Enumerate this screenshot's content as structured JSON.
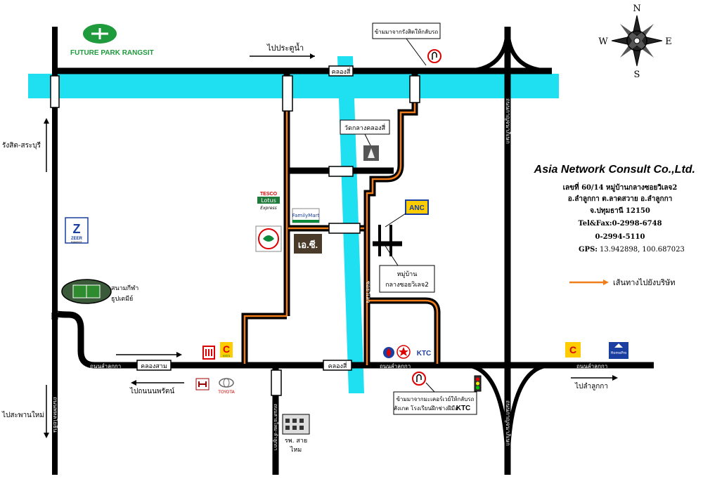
{
  "brand": {
    "future_park_label": "FUTURE PARK RANGSIT",
    "company_name": "Asia Network Consult Co.,Ltd."
  },
  "address": {
    "line1": "เลขที่ 60/14 หมู่บ้านกลางซอยวิเลจ2",
    "line2": "อ.ลำลูกกา ต.ลาดสวาย อ.ลำลูกกา",
    "line3": "จ.ปทุมธานี 12150",
    "tel_fax": "Tel&Fax:0-2998-6748",
    "tel2": "0-2994-5110",
    "gps_label": "GPS:",
    "gps_value": "13.942898, 100.687023"
  },
  "legend": {
    "route_label": "เส้นทางไปยังบริษัท"
  },
  "compass": {
    "n": "N",
    "s": "S",
    "e": "E",
    "w": "W"
  },
  "roads": {
    "to_pratunam": "ไปประตูน้ำ",
    "klong_si_top": "คลองสี่",
    "klong_si_bottom": "คลองสี่",
    "klong_sam": "คลองสาม",
    "rangsit_saraburi": "รังสิต-สระบุรี",
    "to_saphan_mai": "ไปสะพานใหม่",
    "to_lamlukka_east": "ไปลำลูกกา",
    "to_nopparat": "ไปถนนนพรัตน์",
    "lamlukka_road_left": "ถนนลำลูกกา",
    "lamlukka_road_mid": "ถนนลำลูกกา",
    "lamlukka_road_right": "ถนนลำลูกกา",
    "phahonyothin": "ถนนพหลโยธิน",
    "kanchanapisek": "ถนนกาญจนาภิเษก",
    "soi_village": "ซอยวิเลจ",
    "sai_mai_road": "ถนนสายไหม-ลำลูกกา"
  },
  "places": {
    "wat": "วัดกลางคลองสี่",
    "village_line1": "หมู่บ้าน",
    "village_line2": "กลางซอยวิเลจ2",
    "stadium_line1": "สนามกีฬา",
    "stadium_line2": "ธูปเตมีย์",
    "hospital_line1": "รพ. สาย",
    "hospital_line2": "ไหม",
    "zeer_label": "ZEER",
    "zeer_sub": "RANGSIT",
    "tesco_label": "TESCO",
    "lotus_label": "Lotus",
    "lotus_sub": "Express",
    "familymart_label": "FamilyMart",
    "ac_label": "เอ.ซี.",
    "anc_label": "ANC",
    "ktc_label": "KTC",
    "homepro_label": "HomePro",
    "toyota_label": "TOYOTA",
    "big_c_label": "C",
    "extra_label": "extra"
  },
  "notes": {
    "uturn_top": "ข้ามมาจากรังสิตให้กลับรถ",
    "uturn_bottom_line1": "ข้ามมาจากมะเคอร์เวย์ให้กลับรถ",
    "uturn_bottom_line2": "สังเกต โรงเรียนฝึกช่างฝีมือ",
    "uturn_bottom_ktc": "KTC"
  },
  "colors": {
    "route": "#f07c1a",
    "road": "#000000",
    "canal": "#1ee0f0",
    "future_park_green": "#1f9a3c"
  }
}
